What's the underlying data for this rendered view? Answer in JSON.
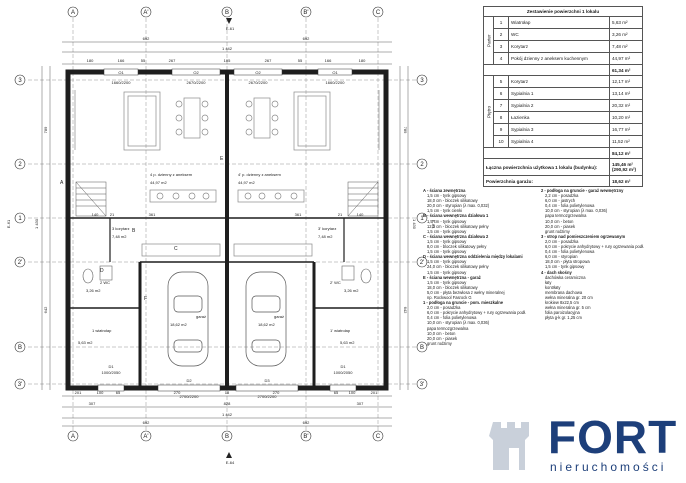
{
  "axes": {
    "top": [
      "A",
      "A'",
      "B",
      "B'",
      "C"
    ],
    "bottom": [
      "A",
      "A'",
      "B",
      "B'",
      "C"
    ],
    "left": [
      "3",
      "2",
      "1",
      "2'",
      "B",
      "3'"
    ],
    "right": [
      "3",
      "2",
      "1",
      "2'",
      "B",
      "3'"
    ]
  },
  "section_marks": {
    "top": "E-61",
    "bottom": "E-64",
    "left": "E-61",
    "right": "E-61"
  },
  "dimensions": {
    "top_row1": [
      "692",
      "692"
    ],
    "top_total": "1 442",
    "top_row3": [
      "180",
      "166",
      "55",
      "267",
      "105",
      "267",
      "55",
      "166",
      "180"
    ],
    "bottom_row1": [
      "201",
      "100",
      "65",
      "270",
      "18",
      "270",
      "65",
      "100",
      "201"
    ],
    "bottom_row2": [
      "307",
      "828",
      "307"
    ],
    "bottom_total": "1 442",
    "bottom_row4": [
      "692",
      "692"
    ],
    "left_total": "1 430",
    "left_parts": [
      "789",
      "642"
    ],
    "inner": [
      "140",
      "21",
      "361",
      "27",
      "361",
      "21",
      "140"
    ]
  },
  "windows": [
    {
      "id": "O1",
      "size": "1660/2200"
    },
    {
      "id": "O2",
      "size": "2670/2200"
    },
    {
      "id": "O2",
      "size": "2670/2200"
    },
    {
      "id": "O1",
      "size": "1660/2200"
    }
  ],
  "doors": [
    {
      "id": "D1",
      "size": "1000/2050"
    },
    {
      "id": "D2",
      "size": "2700/2200"
    },
    {
      "id": "D3",
      "size": "2700/2200"
    },
    {
      "id": "D1",
      "size": "1000/2050"
    }
  ],
  "rooms": [
    {
      "name": "4  p. dzienny z aneksem",
      "area": "44,97 m2"
    },
    {
      "name": "4'  p. dzienny z aneksem",
      "area": "44,97 m2"
    },
    {
      "name": "3  korytarz",
      "area": "7,48 m2"
    },
    {
      "name": "3'  korytarz",
      "area": "7,48 m2"
    },
    {
      "name": "garaż",
      "area": "18,62 m2"
    },
    {
      "name": "garaż",
      "area": "18,62 m2"
    },
    {
      "name": "2  WC",
      "area": "3,26 m2"
    },
    {
      "name": "2'  WC",
      "area": "3,26 m2"
    },
    {
      "name": "1  wiatrołap",
      "area": "5,63 m2"
    },
    {
      "name": "1'  wiatrołap",
      "area": "5,63 m2"
    }
  ],
  "wall_letters": [
    "A",
    "B",
    "C",
    "D",
    "E",
    "F"
  ],
  "table": {
    "title": "Zestawienie powierzchni 1 lokalu",
    "floor_label": "Parter",
    "attic_label": "Piętro",
    "rows": [
      {
        "no": "1",
        "name": "Wiatrołap",
        "area": "5,63 m²"
      },
      {
        "no": "2",
        "name": "WC",
        "area": "3,26 m²"
      },
      {
        "no": "3",
        "name": "Korytarz",
        "area": "7,48 m²"
      },
      {
        "no": "4",
        "name": "Pokój dzienny z aneksem kuchennym",
        "area": "44,97 m²"
      }
    ],
    "floor_sum": "61,34 m²",
    "rows2": [
      {
        "no": "5",
        "name": "Korytarz",
        "area": "12,17 m²"
      },
      {
        "no": "6",
        "name": "Sypialnia 1",
        "area": "13,14 m²"
      },
      {
        "no": "7",
        "name": "Sypialnia 2",
        "area": "20,32 m²"
      },
      {
        "no": "8",
        "name": "Łazienka",
        "area": "10,20 m²"
      },
      {
        "no": "9",
        "name": "Sypialnia 3",
        "area": "16,77 m²"
      },
      {
        "no": "10",
        "name": "Sypialnia 4",
        "area": "11,52 m²"
      }
    ],
    "attic_sum": "84,12 m²",
    "total_label": "Łączna powierzchnia użytkowa 1 lokalu (budynku):",
    "total_value": "145,46 m² (290,92 m²)",
    "garage_label": "Powierzchnia garażu:",
    "garage_value": "18,62 m²"
  },
  "legend": {
    "left": [
      {
        "h": "A - ściana zewnętrzna",
        "items": [
          "1,5 cm - tynk gipsowy",
          "18,0 cm - bloczek silikatowy",
          "20,0 cm - styropian (λ max. 0,032)",
          "1,5 cm - tynk cienki"
        ]
      },
      {
        "h": "B - ściana wewnętrzna działowa 1",
        "items": [
          "1,5 cm - tynk gipsowy",
          "12,0 cm - bloczek silikatowy pełny",
          "1,5 cm - tynk gipsowy"
        ]
      },
      {
        "h": "C - ściana wewnętrzna działowa 2",
        "items": [
          "1,5 cm - tynk gipsowy",
          "8,0 cm - bloczek silikatowy pełny",
          "1,5 cm - tynk gipsowy"
        ]
      },
      {
        "h": "D - ściana wewnętrzna oddzielenia między lokalami",
        "items": [
          "1,5 cm - tynk gipsowy",
          "24,0 cm - bloczek silikatowy pełny",
          "1,5 cm - tynk gipsowy"
        ]
      },
      {
        "h": "E - ściana wewnętrzna - garaż",
        "items": [
          "1,5 cm - tynk gipsowy",
          "18,0 cm - bloczek silikatowy",
          "5,0 cm - płyta bezwłosa z wełny mineralnej",
          "np. Rockwool Fasrock G"
        ]
      },
      {
        "h": "1 - podłoga na gruncie - pom. mieszkalne",
        "items": [
          "2,0 cm - posadzka",
          "6,0 cm - pokrycie anhydrytowy + rury ogrzewania podł.",
          "0,4 cm - folia polietylenowa",
          "10,0 cm - styropian (λ max. 0,036)",
          "papa termozgrzewalna",
          "10,0 cm - beton",
          "20,0 cm - piasek",
          "grunt rodzimy"
        ]
      }
    ],
    "right": [
      {
        "h": "2 - podłoga na gruncie - garaż wewnętrzny",
        "items": [
          "2,2 cm - posadzka",
          "6,0 cm - jastrych",
          "0,4 cm - folia polietylenowa",
          "10,0 cm - styropian (λ max. 0,036)",
          "papa termozgrzewalna",
          "10,0 cm - beton",
          "20,0 cm - piasek",
          "grunt rodzimy"
        ]
      },
      {
        "h": "3 - strop nad pomieszczeniem ogrzewanym",
        "items": [
          "2,0 cm - posadzka",
          "6,0 cm - pokrycie anhydrytowy + rury ogrzewania podł.",
          "0,4 cm - folia polietylenowa",
          "6,0 cm - styropian",
          "18,0 cm - płyta stropowa",
          "1,5 cm - tynk gipsowy"
        ]
      },
      {
        "h": "4 - dach skośny",
        "items": [
          "dachówka ceramiczna",
          "łaty",
          "kontrłaty",
          "membrana dachowa",
          "wełna mineralna gr. 20 cm",
          "krokiew 8x22,5 cm",
          "wełna mineralna gr. 5 cm",
          "folia paroizolacyjna",
          "płyta g-k gr. 1,25 cm"
        ]
      }
    ]
  },
  "brand": {
    "word": "FORT",
    "sub": "nieruchomości"
  },
  "colors": {
    "wall": "#1e1e1e",
    "line": "#333333",
    "furniture": "#9a9a9a",
    "brand": "#1d3f7a"
  }
}
